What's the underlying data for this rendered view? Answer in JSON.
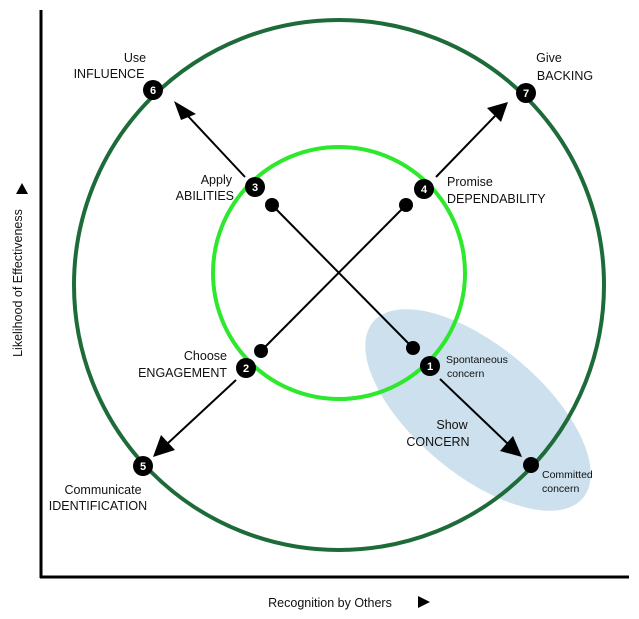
{
  "axes": {
    "y_label": "Likelihood of Effectiveness",
    "x_label": "Recognition by Others"
  },
  "nodes": {
    "n1": {
      "num": "1",
      "line1": "Spontaneous",
      "line2": "concern"
    },
    "n2": {
      "num": "2",
      "line1": "Choose",
      "line2": "ENGAGEMENT"
    },
    "n3": {
      "num": "3",
      "line1": "Apply",
      "line2": "ABILITIES"
    },
    "n4": {
      "num": "4",
      "line1": "Promise",
      "line2": "DEPENDABILITY"
    },
    "n5": {
      "num": "5",
      "line1": "Communicate",
      "line2": "IDENTIFICATION"
    },
    "n6": {
      "num": "6",
      "line1": "Use",
      "line2": "INFLUENCE"
    },
    "n7": {
      "num": "7",
      "line1": "Give",
      "line2": "BACKING"
    }
  },
  "show_concern": {
    "line1": "Show",
    "line2": "CONCERN"
  },
  "committed": {
    "line1": "Committed",
    "line2": "concern"
  },
  "colors": {
    "outer_circle": "#1e6b3a",
    "inner_circle": "#2ee82e",
    "highlight_ellipse": "#cde0ee",
    "node_fill": "#000000",
    "arrow": "#000000"
  }
}
